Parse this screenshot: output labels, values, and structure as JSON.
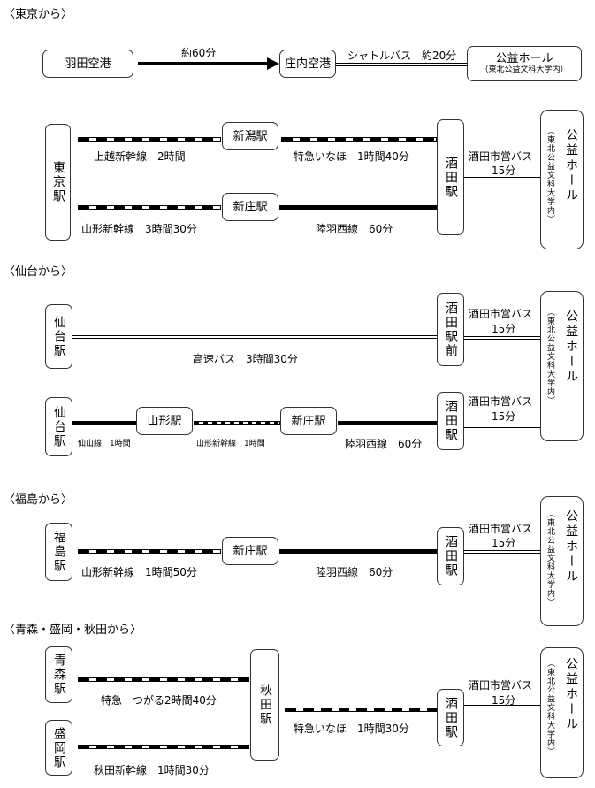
{
  "hall": {
    "title": "公益ホール",
    "subtitle": "（東北公益文科大学内）",
    "subtitle_horizontal": "（東北公益文科大学内）"
  },
  "tokyo": {
    "heading": "〈東京から〉",
    "haneda": "羽田空港",
    "flight": "約60分",
    "shonai": "庄内空港",
    "shuttle": "シャトルバス　約20分",
    "toukyou_station": "東京駅",
    "niigata": "新潟駅",
    "shinjo": "新庄駅",
    "sakata": "酒田駅",
    "joetsu": "上越新幹線　2時間",
    "inaho": "特急いなほ　1時間40分",
    "yamagata_shinkansen": "山形新幹線　3時間30分",
    "rikuu": "陸羽西線　60分",
    "city_bus": "酒田市営バス",
    "city_bus_time": "15分"
  },
  "sendai": {
    "heading": "〈仙台から〉",
    "sendai_station": "仙台駅",
    "sakata_mae": "酒田駅前",
    "highway_bus": "高速バス　3時間30分",
    "city_bus": "酒田市営バス",
    "city_bus_time": "15分",
    "sendai_station2": "仙台駅",
    "yamagata": "山形駅",
    "shinjo": "新庄駅",
    "sakata": "酒田駅",
    "senzan": "仙山線　1時間",
    "yamagata_shinkansen": "山形新幹線　1時間",
    "rikuu": "陸羽西線　60分",
    "city_bus2": "酒田市営バス",
    "city_bus_time2": "15分"
  },
  "fukushima": {
    "heading": "〈福島から〉",
    "fukushima_station": "福島駅",
    "shinjo": "新庄駅",
    "sakata": "酒田駅",
    "yamagata_shinkansen": "山形新幹線　1時間50分",
    "rikuu": "陸羽西線　60分",
    "city_bus": "酒田市営バス",
    "city_bus_time": "15分"
  },
  "aomori": {
    "heading": "〈青森・盛岡・秋田から〉",
    "aomori_station": "青森駅",
    "morioka_station": "盛岡駅",
    "akita_station": "秋田駅",
    "sakata": "酒田駅",
    "tsugaru": "特急　つがる2時間40分",
    "akita_shinkansen": "秋田新幹線　1時間30分",
    "inaho": "特急いなほ　1時間30分",
    "city_bus": "酒田市営バス",
    "city_bus_time": "15分"
  }
}
